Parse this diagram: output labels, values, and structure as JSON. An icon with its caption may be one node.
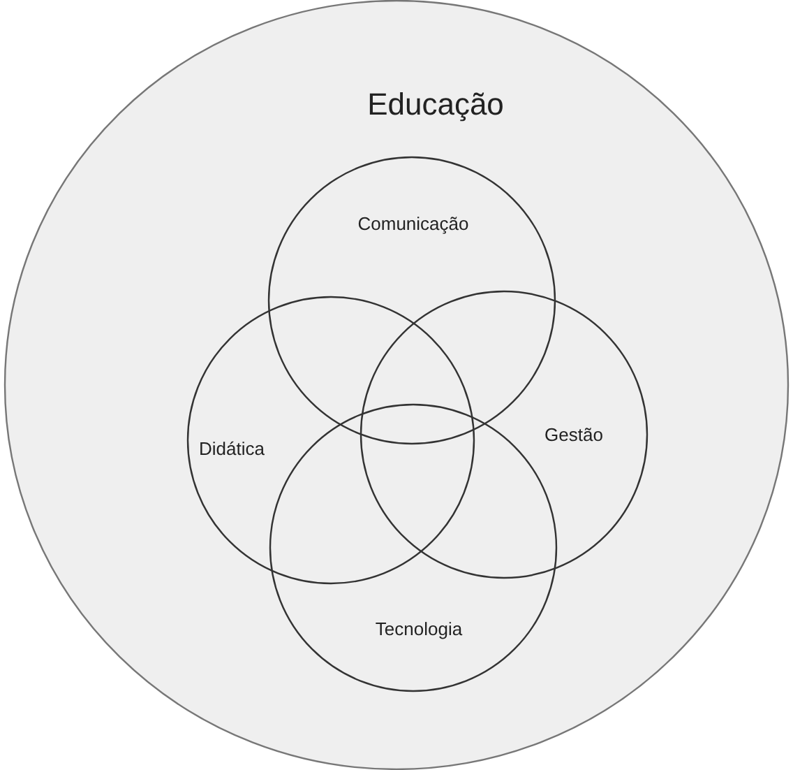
{
  "diagram": {
    "nodes": [
      {
        "text": [
          "Educação"
        ]
      },
      {
        "text": [
          "Comunicação"
        ],
        "in": 0
      },
      {
        "text": [
          "Didática"
        ],
        "in": 0
      },
      {
        "text": [
          "Gestão"
        ],
        "in": 0
      },
      {
        "text": [
          "Tecnologia"
        ],
        "in": 0
      }
    ],
    "edges": []
  }
}
